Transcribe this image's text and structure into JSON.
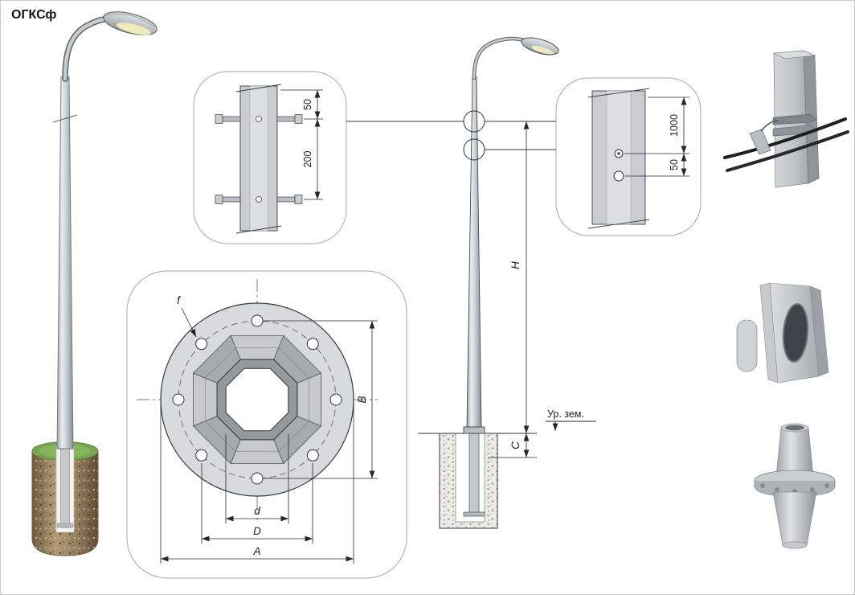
{
  "title": "ОГКСф",
  "colors": {
    "line": "#2f3337",
    "metal": "#c8ccce",
    "panel_stroke": "#b2b6b9",
    "soil": "#a68f6f",
    "grass": "#79a551",
    "lamp_glow": "#f0eabf"
  },
  "panels": {
    "bolt_detail": {
      "dim_top": "50",
      "dim_bottom": "200"
    },
    "hole_detail": {
      "dim_top": "1000",
      "dim_bottom": "50"
    },
    "flange_plan": {
      "hole_label": "f",
      "bolt_span_label": "B",
      "inner_label": "d",
      "middle_label": "D",
      "outer_label": "A"
    },
    "elevation": {
      "height_label": "H",
      "embed_label": "C",
      "ground_label": "Ур. зем."
    }
  }
}
